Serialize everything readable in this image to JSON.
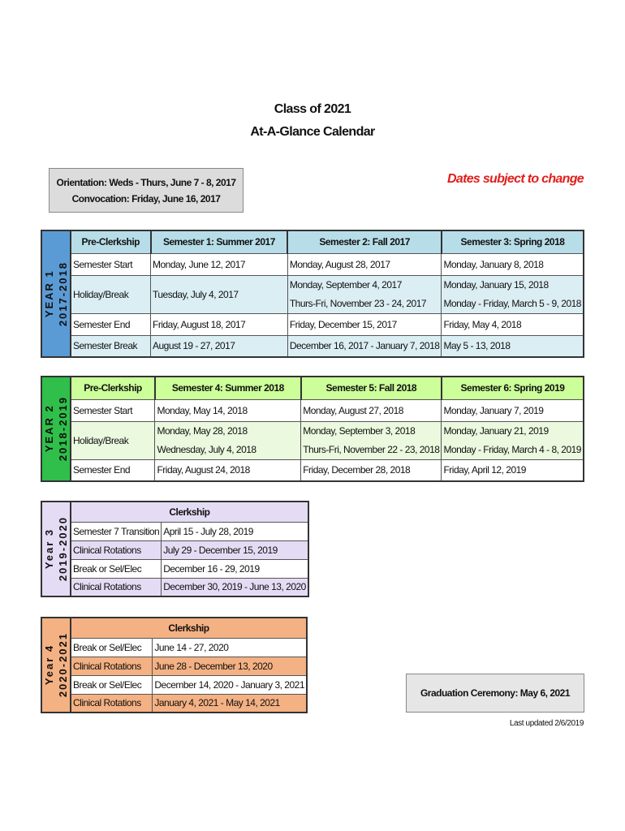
{
  "title": "Class of 2021",
  "subtitle": "At-A-Glance Calendar",
  "orientation": "Orientation: Weds - Thurs, June 7 - 8, 2017",
  "convocation": "Convocation: Friday, June 16, 2017",
  "notice": "Dates subject to change",
  "year1": {
    "label": "YEAR 1",
    "years": "2017-2018",
    "color": "#5b9bd5",
    "headers": [
      "Pre-Clerkship",
      "Semester 1: Summer 2017",
      "Semester 2: Fall 2017",
      "Semester 3: Spring 2018"
    ],
    "rows": [
      {
        "label": "Semester Start",
        "cells": [
          [
            "Monday, June 12, 2017"
          ],
          [
            "Monday, August 28, 2017"
          ],
          [
            "Monday, January 8, 2018"
          ]
        ]
      },
      {
        "label": "Holiday/Break",
        "cells": [
          [
            "Tuesday, July 4, 2017"
          ],
          [
            "Monday, September 4, 2017",
            "Thurs-Fri, November 23 - 24, 2017"
          ],
          [
            "Monday, January 15, 2018",
            "Monday - Friday, March 5 - 9, 2018"
          ]
        ]
      },
      {
        "label": "Semester End",
        "cells": [
          [
            "Friday, August 18, 2017"
          ],
          [
            "Friday, December 15, 2017"
          ],
          [
            "Friday, May 4, 2018"
          ]
        ]
      },
      {
        "label": "Semester Break",
        "cells": [
          [
            "August 19 - 27, 2017"
          ],
          [
            "December 16, 2017 - January 7, 2018"
          ],
          [
            "May 5 - 13, 2018"
          ]
        ]
      }
    ]
  },
  "year2": {
    "label": "YEAR 2",
    "years": "2018-2019",
    "color": "#2fbf4a",
    "headers": [
      "Pre-Clerkship",
      "Semester 4: Summer 2018",
      "Semester 5: Fall 2018",
      "Semester 6: Spring 2019"
    ],
    "rows": [
      {
        "label": "Semester Start",
        "cells": [
          [
            "Monday, May 14, 2018"
          ],
          [
            "Monday, August 27, 2018"
          ],
          [
            "Monday, January 7, 2019"
          ]
        ]
      },
      {
        "label": "Holiday/Break",
        "cells": [
          [
            "Monday, May 28, 2018",
            "Wednesday, July 4, 2018"
          ],
          [
            "Monday, September 3, 2018",
            "Thurs-Fri, November 22 - 23, 2018"
          ],
          [
            "Monday, January 21, 2019",
            "Monday - Friday, March 4 - 8, 2019"
          ]
        ]
      },
      {
        "label": "Semester End",
        "cells": [
          [
            "Friday, August 24, 2018"
          ],
          [
            "Friday, December 28, 2018"
          ],
          [
            "Friday, April 12, 2019"
          ]
        ]
      }
    ]
  },
  "year3": {
    "label": "Year 3",
    "years": "2019-2020",
    "color": "#e4dcf4",
    "header": "Clerkship",
    "rows": [
      {
        "label": "Semester 7 Transition",
        "value": "April 15  - July 28, 2019"
      },
      {
        "label": "Clinical Rotations",
        "value": "July 29 - December 15, 2019"
      },
      {
        "label": "Break or Sel/Elec",
        "value": "December 16 - 29, 2019"
      },
      {
        "label": "Clinical Rotations",
        "value": "December 30, 2019 - June 13, 2020"
      }
    ]
  },
  "year4": {
    "label": "Year 4",
    "years": "2020-2021",
    "color": "#f4b183",
    "header": "Clerkship",
    "rows": [
      {
        "label": "Break or Sel/Elec",
        "value": "June 14 - 27, 2020"
      },
      {
        "label": "Clinical Rotations",
        "value": "June 28 - December 13, 2020"
      },
      {
        "label": "Break or Sel/Elec",
        "value": "December 14, 2020 - January 3, 2021"
      },
      {
        "label": "Clinical Rotations",
        "value": "January 4, 2021 - May 14, 2021"
      }
    ]
  },
  "graduation": "Graduation Ceremony: May 6, 2021",
  "updated": "Last updated 2/6/2019"
}
